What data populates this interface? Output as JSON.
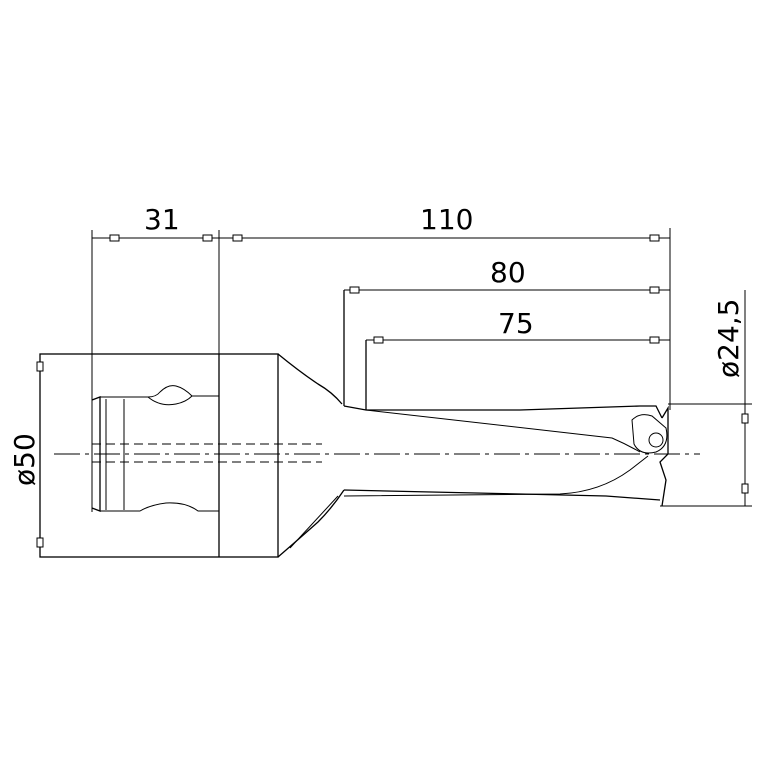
{
  "dimensions": {
    "shank_length": "31",
    "overall_length": "110",
    "flute_length": "80",
    "drilling_depth": "75",
    "shank_diameter": "ø50",
    "drill_diameter": "ø24,5"
  }
}
